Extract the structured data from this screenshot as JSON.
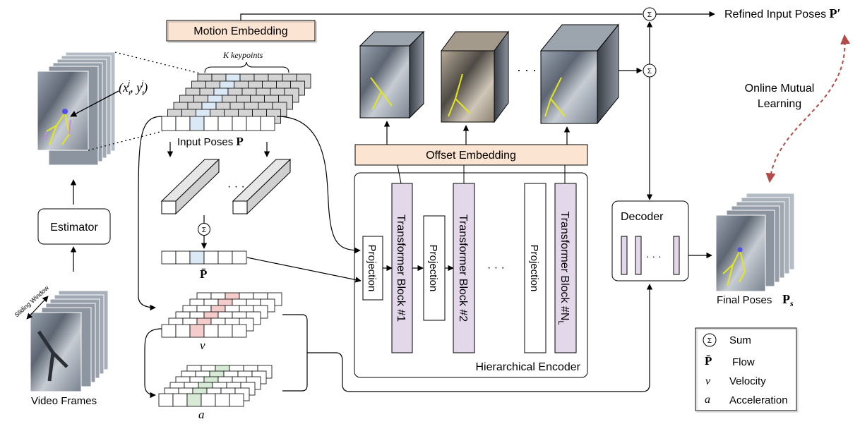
{
  "labels": {
    "motion_embedding": "Motion Embedding",
    "offset_embedding": "Offset Embedding",
    "refined_input_poses": "Refined Input Poses",
    "refined_symbol": "P′",
    "online_mutual_learning_1": "Online Mutual",
    "online_mutual_learning_2": "Learning",
    "k_keypoints": "K keypoints",
    "coordinate": "(x_t^j, y_t^j)",
    "input_poses": "Input Poses",
    "input_symbol": "P",
    "estimator": "Estimator",
    "sliding_window": "Sliding Window",
    "video_frames": "Video Frames",
    "flow_symbol": "P̄",
    "velocity_symbol": "v",
    "acceleration_symbol": "a",
    "projection": "Projection",
    "transformer_block_1": "Transformer Block #1",
    "transformer_block_2": "Transformer Block #2",
    "transformer_block_n": "Transformer Block #N",
    "transformer_block_n_sub": "L",
    "hierarchical_encoder": "Hierarchical Encoder",
    "decoder": "Decoder",
    "final_poses": "Final Poses",
    "final_symbol": "P",
    "final_sub": "s",
    "ellipsis": "· · ·",
    "sum_glyph": "Σ"
  },
  "legend": [
    {
      "symbol": "Σ",
      "text": "Sum"
    },
    {
      "symbol": "P̄",
      "text": "Flow"
    },
    {
      "symbol": "v",
      "text": "Velocity"
    },
    {
      "symbol": "a",
      "text": "Acceleration"
    }
  ],
  "colors": {
    "embedding_fill": "#fce4d2",
    "transformer_fill": "#e3d7ea",
    "keypoint_highlight": "#dbe8f6",
    "velocity_highlight": "#f4cccc",
    "acceleration_highlight": "#d6ead5",
    "mutual_arrow": "#b34a4a",
    "grid_gray": "#d4d4d4"
  }
}
